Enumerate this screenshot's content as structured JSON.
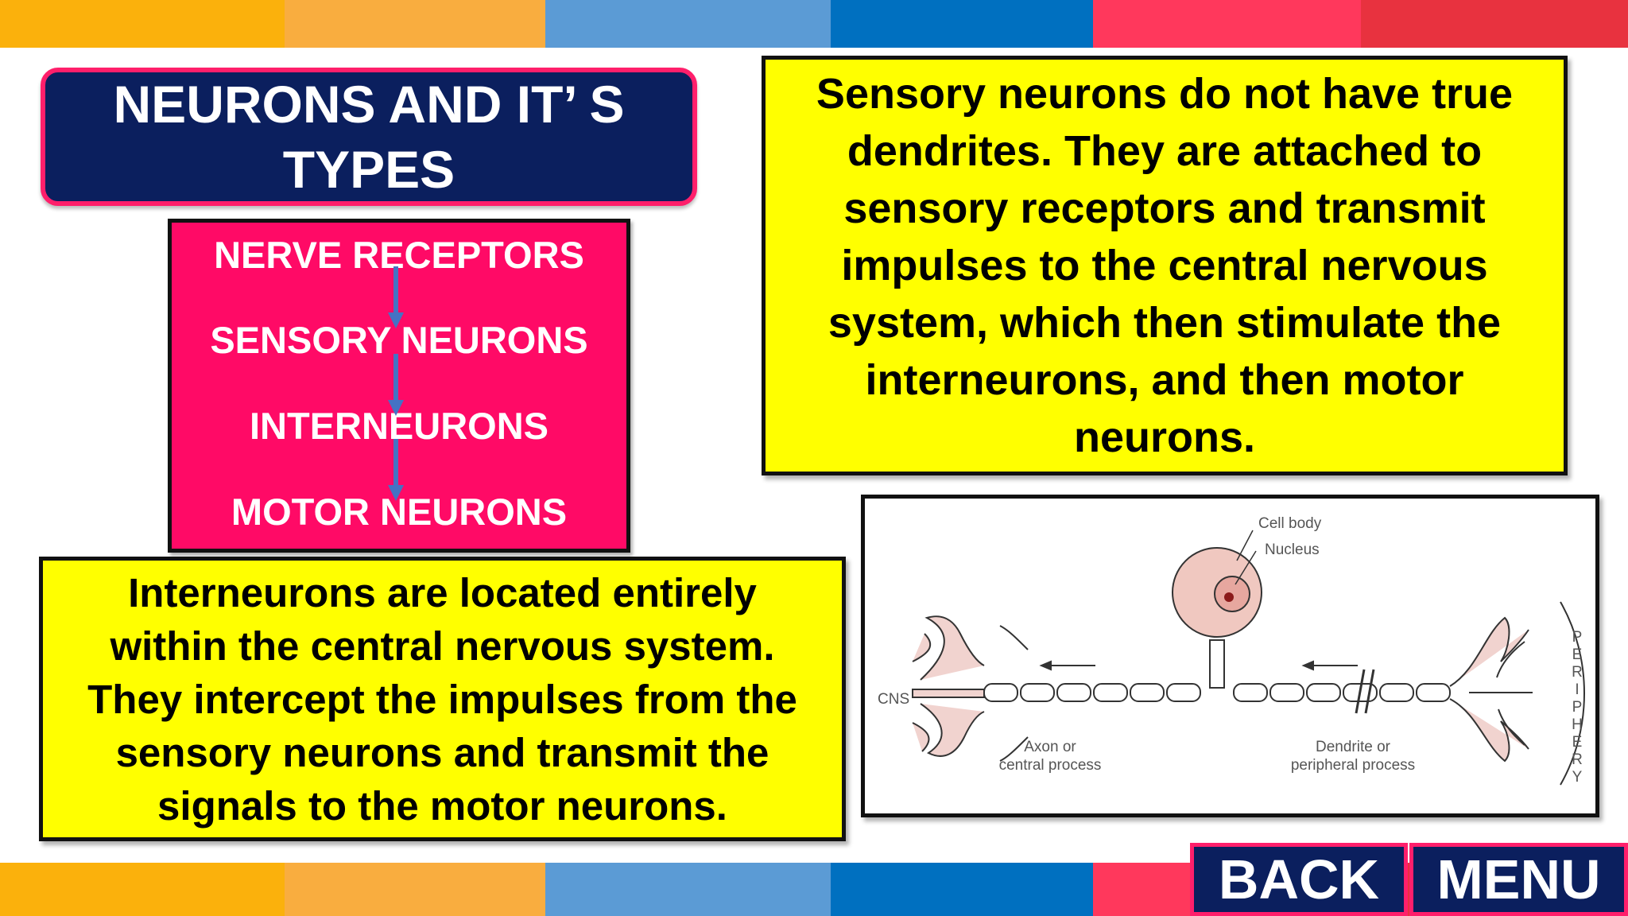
{
  "colors": {
    "stripe": [
      "#fbb10c",
      "#f9ad3f",
      "#5b9bd5",
      "#0070c0",
      "#ff385c",
      "#e8323f"
    ],
    "title_bg": "#0b1f5e",
    "accent_pink": "#ff0a66",
    "highlight_yellow": "#ffff00"
  },
  "title": {
    "line1": "NEURONS AND IT’ S",
    "line2": "TYPES"
  },
  "flow": {
    "items": [
      "NERVE RECEPTORS",
      "SENSORY NEURONS",
      "INTERNEURONS",
      "MOTOR NEURONS"
    ],
    "arrow_icon": "down-arrow-icon"
  },
  "right_text": {
    "lines": [
      "Sensory neurons do not have true",
      "dendrites.  They are attached to",
      "sensory receptors and transmit",
      "impulses to the central nervous",
      "system, which then stimulate the",
      "interneurons, and then motor",
      "neurons."
    ]
  },
  "left_text": {
    "lines": [
      "Interneurons are located entirely",
      "within the central nervous system.",
      "They intercept the impulses from the",
      "sensory neurons and transmit the",
      "signals to the motor neurons."
    ]
  },
  "diagram": {
    "cell_body": "Cell body",
    "nucleus": "Nucleus",
    "cns": "CNS",
    "axon_1": "Axon or",
    "axon_2": "central process",
    "dendrite_1": "Dendrite or",
    "dendrite_2": "peripheral process",
    "periphery": [
      "P",
      "E",
      "R",
      "I",
      "P",
      "H",
      "E",
      "R",
      "Y"
    ]
  },
  "nav": {
    "back": "BACK",
    "menu": "MENU"
  }
}
